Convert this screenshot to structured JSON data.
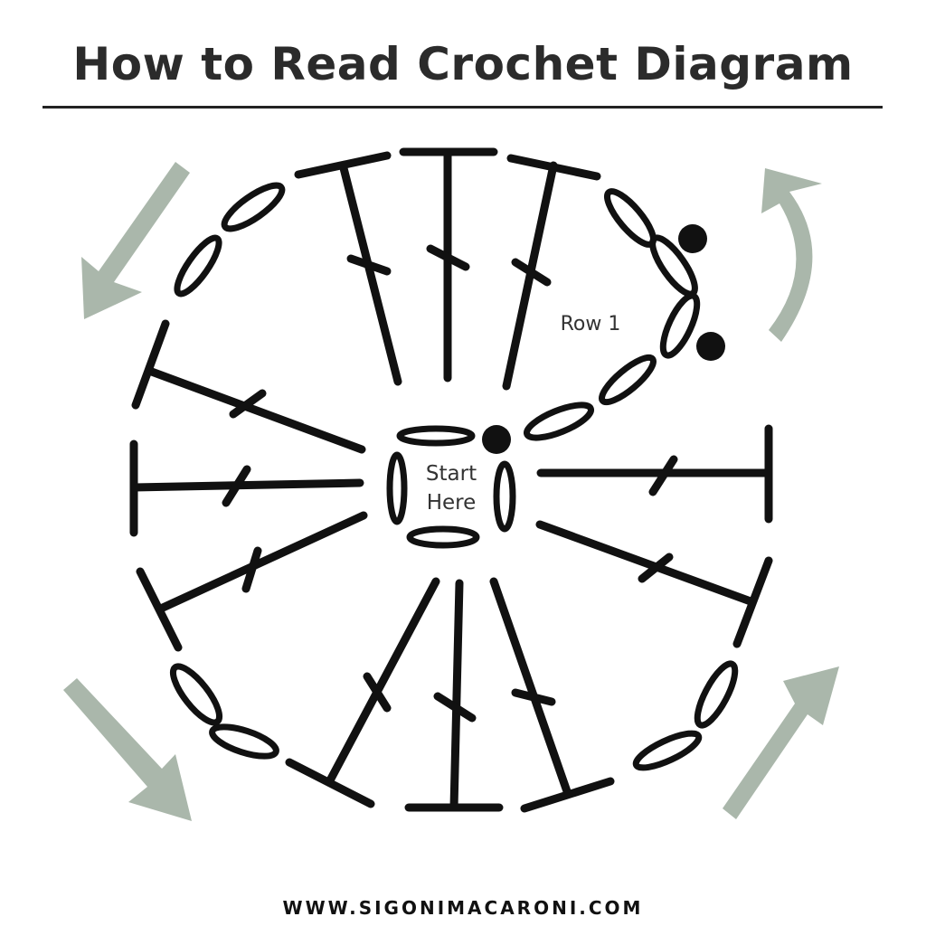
{
  "header": {
    "title": "How to Read Crochet Diagram"
  },
  "diagram": {
    "center_label_line1": "Start",
    "center_label_line2": "Here",
    "row_label": "Row 1",
    "stroke_color": "#111111",
    "arrow_color": "#aab7ab",
    "symbols": [
      "chain-stitch",
      "double-crochet",
      "slip-stitch",
      "direction-arrow"
    ]
  },
  "footer": {
    "website": "WWW.SIGONIMACARONI.COM"
  }
}
